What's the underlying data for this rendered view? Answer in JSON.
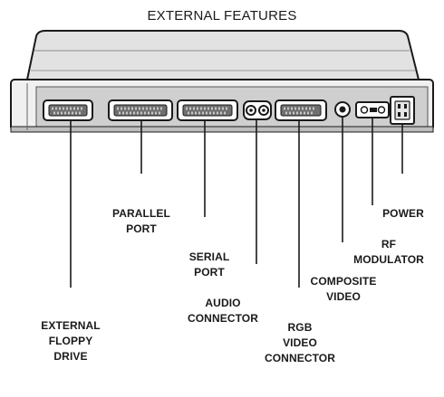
{
  "title": "EXTERNAL FEATURES",
  "labels": {
    "floppy": [
      "EXTERNAL",
      "FLOPPY",
      "DRIVE"
    ],
    "parallel": [
      "PARALLEL",
      "PORT"
    ],
    "serial": [
      "SERIAL",
      "PORT"
    ],
    "audio": [
      "AUDIO",
      "CONNECTOR"
    ],
    "rgb": [
      "RGB",
      "VIDEO",
      "CONNECTOR"
    ],
    "composite": [
      "COMPOSITE",
      "VIDEO"
    ],
    "rf": [
      "RF",
      "MODULATOR"
    ],
    "power": [
      "POWER"
    ]
  }
}
